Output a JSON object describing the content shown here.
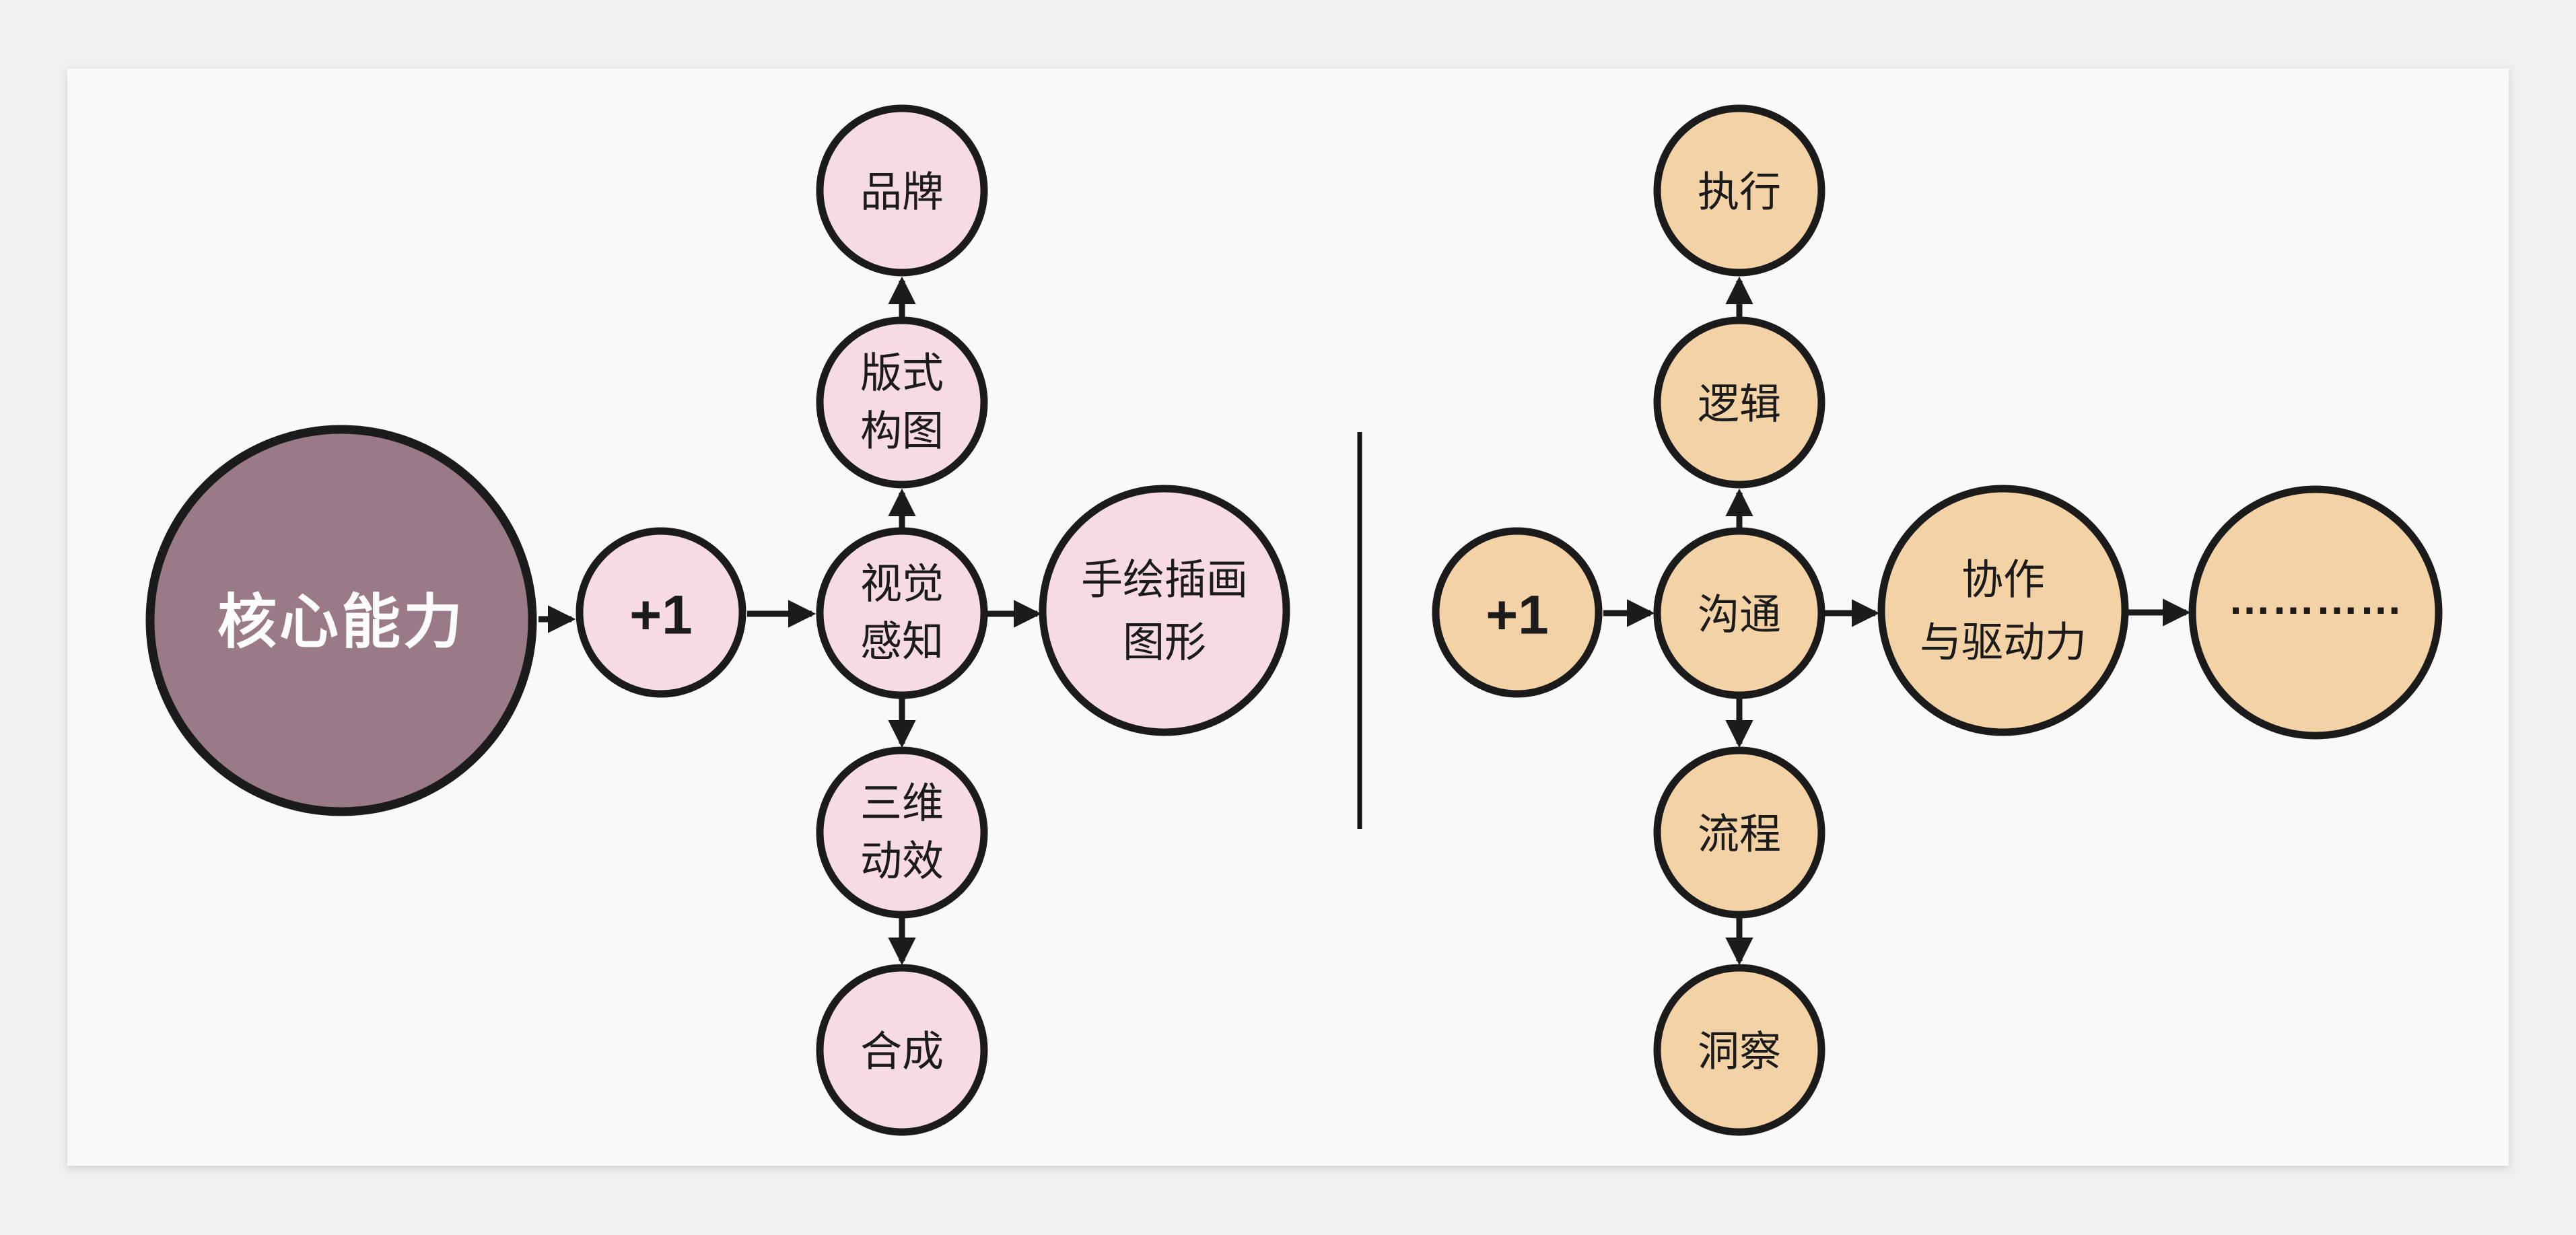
{
  "colors": {
    "background": "#f1f0f0",
    "panel": "#faf9f7",
    "core": "#9a7a88",
    "pink": "#f7dbe4",
    "tan": "#f3d2a5",
    "stroke": "#1b1b1b"
  },
  "left_map": {
    "core_label": "核心能力",
    "plus_label": "+1",
    "hub_line1": "视觉",
    "hub_line2": "感知",
    "north1_line1": "版式",
    "north1_line2": "构图",
    "north2_label": "品牌",
    "south1_line1": "三维",
    "south1_line2": "动效",
    "south2_label": "合成",
    "east_line1": "手绘插画",
    "east_line2": "图形"
  },
  "right_map": {
    "plus_label": "+1",
    "hub_label": "沟通",
    "north1_label": "逻辑",
    "north2_label": "执行",
    "south1_label": "流程",
    "south2_label": "洞察",
    "east_line1": "协作",
    "east_line2": "与驱动力",
    "ellipsis_label": "…………"
  }
}
